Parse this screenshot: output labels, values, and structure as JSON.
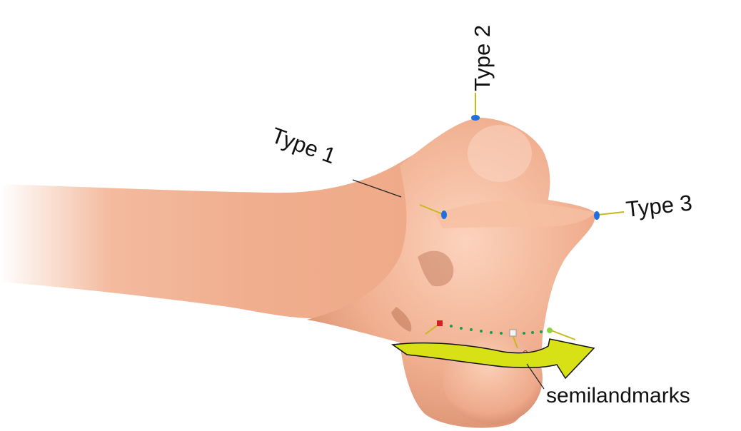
{
  "labels": {
    "type1": "Type 1",
    "type2": "Type 2",
    "type3": "Type 3",
    "semilandmarks": "semilandmarks"
  },
  "colors": {
    "bone": "#f2b394",
    "bone_shadow": "#c97f5f",
    "bone_highlight": "#fcd8c4",
    "landmark_blue": "#1e6fe0",
    "landmark_red": "#d42020",
    "semilandmark_green": "#1f9a4e",
    "arrow_yellow": "#d8e016",
    "vector_yellow": "#c9b81a"
  }
}
